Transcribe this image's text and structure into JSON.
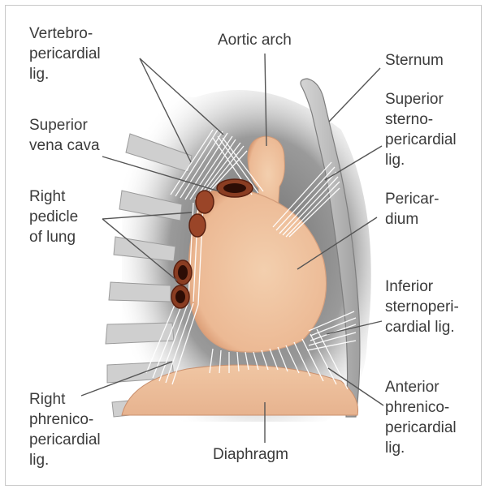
{
  "figure": {
    "labels": {
      "vertebro": [
        "Vertebro-",
        "pericardial",
        "lig."
      ],
      "aortic_arch": [
        "Aortic arch"
      ],
      "sternum": [
        "Sternum"
      ],
      "superior_vena_cava": [
        "Superior",
        "vena cava"
      ],
      "superior_sternopericardial": [
        "Superior",
        "sterno-",
        "pericardial",
        "lig."
      ],
      "right_pedicle": [
        "Right",
        "pedicle",
        "of lung"
      ],
      "pericardium": [
        "Pericar-",
        "dium"
      ],
      "inferior_sternopericardial": [
        "Inferior",
        "sternoperi-",
        "cardial lig."
      ],
      "right_phrenicopericardial": [
        "Right",
        "phrenico-",
        "pericardial",
        "lig."
      ],
      "anterior_phrenicopericardial": [
        "Anterior",
        "phrenico-",
        "pericardial",
        "lig."
      ],
      "diaphragm": [
        "Diaphragm"
      ]
    },
    "colors": {
      "background_shadow": "#bfbfbf",
      "tissue": "#f2c9a6",
      "tissue_shadow": "#e0a882",
      "ligament": "#ffffff",
      "ribs": "#c8c8c8",
      "vessel": "#8a3d22",
      "leader_line": "#555555"
    }
  }
}
